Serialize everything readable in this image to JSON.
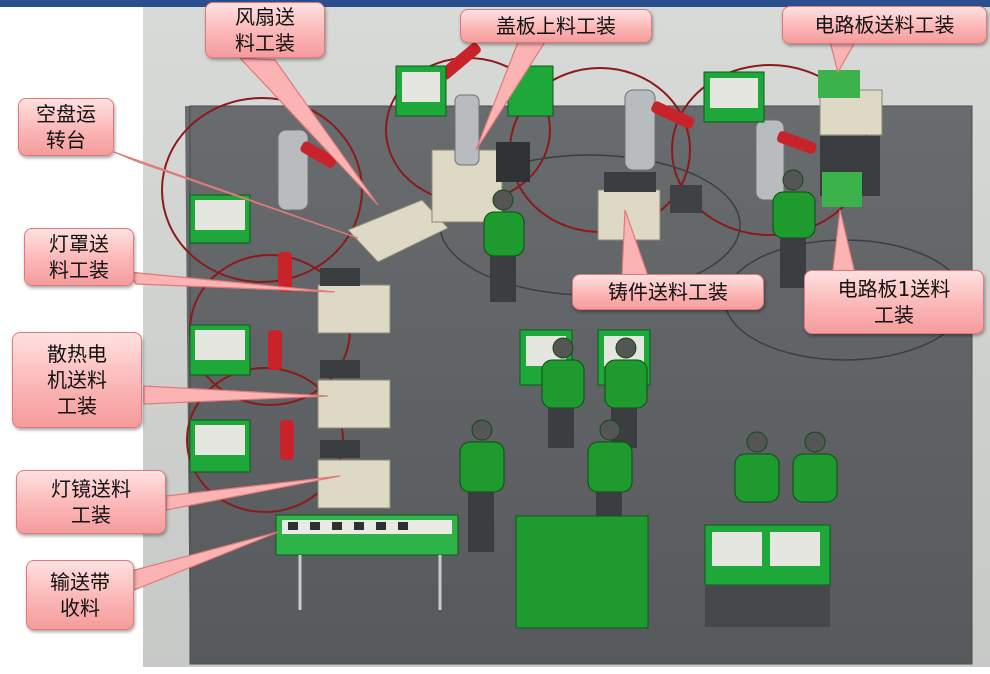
{
  "callouts": {
    "fan": "风扇送\n料工装",
    "cover": "盖板上料工装",
    "pcb": "电路板送料工装",
    "empty_tray": "空盘运\n转台",
    "lampshade": "灯罩送\n料工装",
    "fan_motor": "散热电\n机送料\n工装",
    "lens": "灯镜送料\n工装",
    "conveyor": "输送带\n收料",
    "casting": "铸件送料工装",
    "pcb1": "电路板1送料\n工装"
  },
  "colors": {
    "floor": "#5d6163",
    "station_green": "#1fa83a",
    "robot_red": "#c8232b",
    "worker_green": "#1e9a2e",
    "circle": "#8b1a1a",
    "callout_fill": "#fbb3b3"
  }
}
